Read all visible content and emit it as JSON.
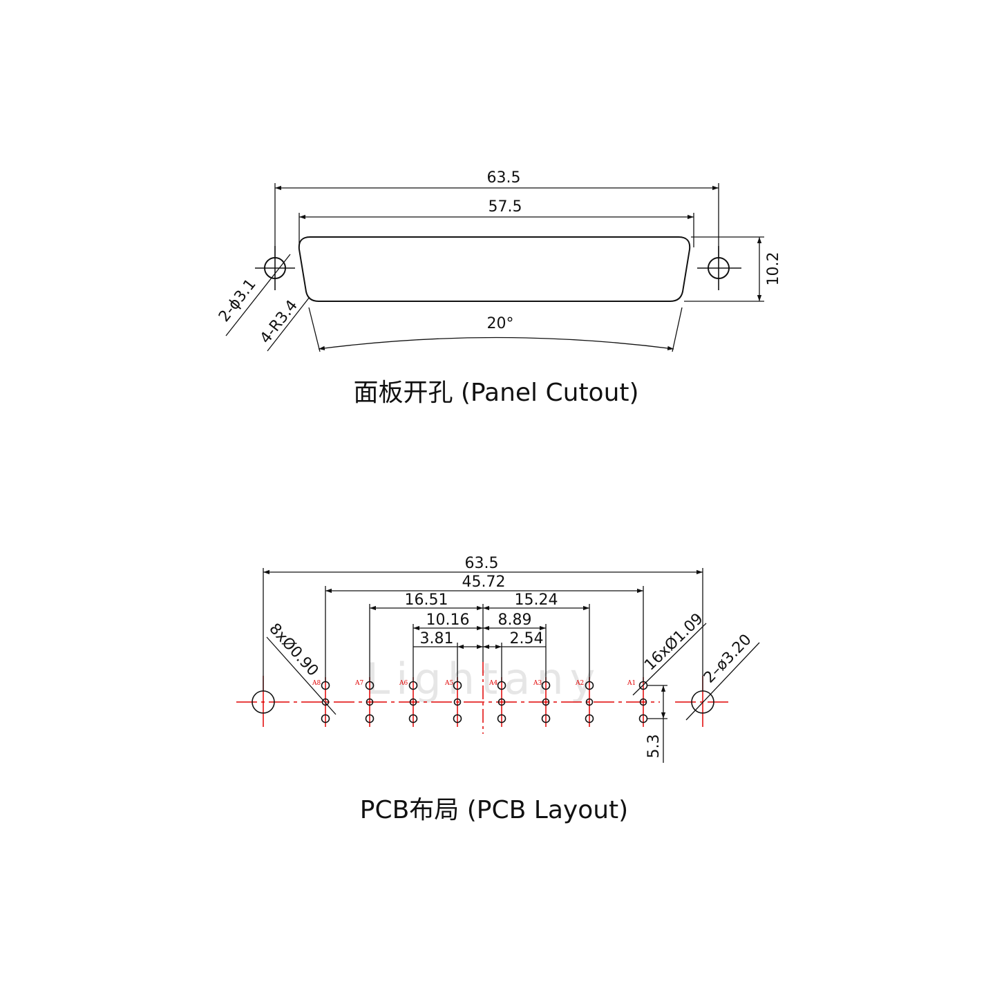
{
  "panel": {
    "caption": "面板开孔 (Panel Cutout)",
    "dim_overall": "63.5",
    "dim_opening": "57.5",
    "dim_height": "10.2",
    "dim_angle": "20°",
    "dim_holes": "2-ϕ3.1",
    "dim_radius": "4-R3.4"
  },
  "pcb": {
    "caption": "PCB布局 (PCB Layout)",
    "watermark": "Lightany",
    "dim_overall": "63.5",
    "dim_a8_a1": "45.72",
    "dim_left_outer": "16.51",
    "dim_right_outer": "15.24",
    "dim_left_mid": "10.16",
    "dim_right_mid": "8.89",
    "dim_left_inner": "3.81",
    "dim_right_inner": "2.54",
    "dim_row_pitch": "5.3",
    "dim_small_holes": "8xØ0.90",
    "dim_pin_holes": "16xØ1.09",
    "dim_mount_holes": "2–ø3.20",
    "pin_labels": [
      "A8",
      "A7",
      "A6",
      "A5",
      "A4",
      "A3",
      "A2",
      "A1"
    ]
  },
  "colors": {
    "line": "#111111",
    "centerline": "#e00000",
    "watermark": "#e6e6e6"
  }
}
